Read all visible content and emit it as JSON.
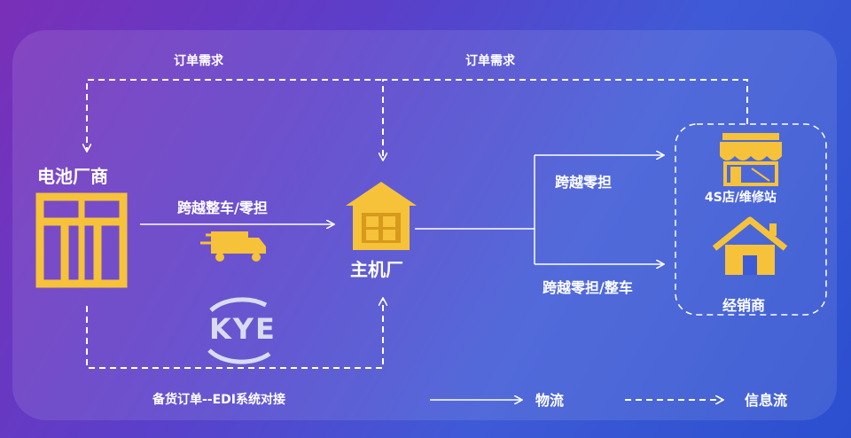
{
  "diagram": {
    "battery_maker": "电池厂商",
    "oem": "主机厂",
    "shop_4s": "4S店/维修站",
    "dealer": "经销商",
    "logo_text": "KYE",
    "order_demand_left": "订单需求",
    "order_demand_right": "订单需求",
    "route_ftl_ltl": "跨越整车/零担",
    "route_ltl": "跨越零担",
    "route_ltl_ftl": "跨越零担/整车",
    "edi": "备货订单--EDI系统对接",
    "legend_logistics": "物流",
    "legend_info": "信息流"
  },
  "colors": {
    "accent": "#f5c23a",
    "line": "#ffffff"
  }
}
